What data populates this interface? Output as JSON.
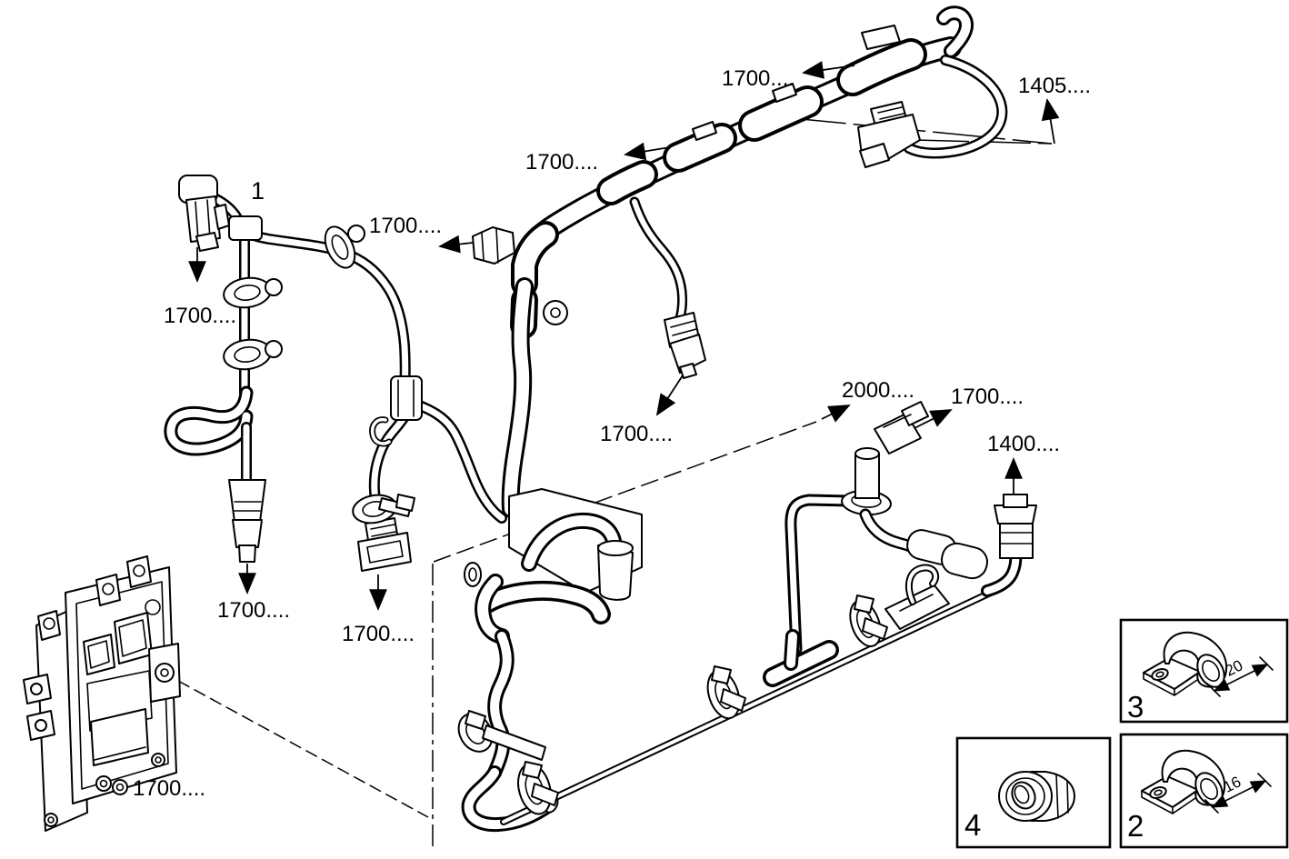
{
  "canvas": {
    "background": "#ffffff",
    "line_color": "#000000"
  },
  "part_labels": {
    "trunk_upper": "1700....",
    "jumper_cable": "1405....",
    "trunk_mid": "1700....",
    "callout_1": "1",
    "elbow_fitting": "1700....",
    "left_connector": "1700....",
    "left_drop_connector": "1700....",
    "branch_connector": "1700....",
    "branch_drop_connector": "1700....",
    "rail_assembly": "2000....",
    "sensor_connector": "1700....",
    "connector_1400": "1400....",
    "ecu_harness": "1700...."
  },
  "insets": {
    "clamp_20": {
      "callout": "3",
      "dimension": "20"
    },
    "clamp_16": {
      "callout": "2",
      "dimension": "16"
    },
    "nut": {
      "callout": "4"
    }
  }
}
